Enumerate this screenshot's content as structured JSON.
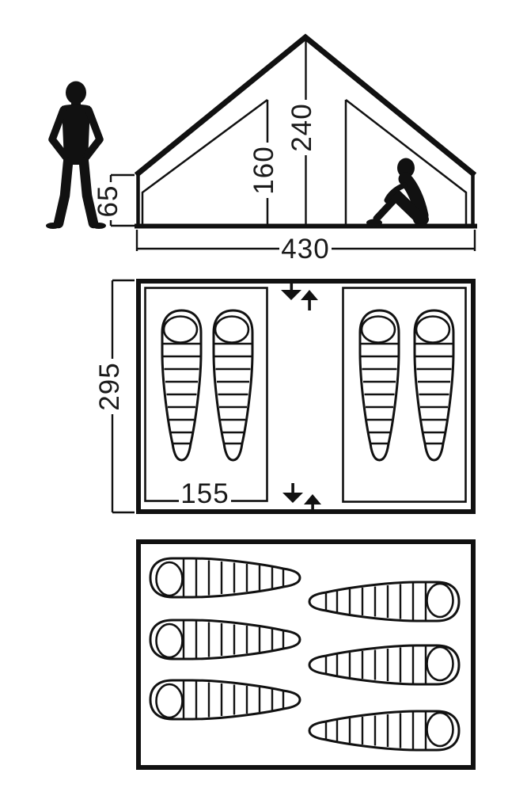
{
  "diagram": {
    "background": "#ffffff",
    "line_color": "#111111",
    "views": {
      "elevation": {
        "labels": {
          "ridge_height": "240",
          "inner_height": "160",
          "wall_height": "65",
          "floor_width": "430"
        },
        "figures": [
          "standing-person",
          "sitting-person"
        ]
      },
      "floor_plan": {
        "labels": {
          "depth": "295",
          "cabin_width": "155"
        },
        "sleeping_cabins": 2,
        "sleeping_bags": 4,
        "entrances": 2
      },
      "layout_plan": {
        "sleeping_bags": 6
      }
    }
  }
}
